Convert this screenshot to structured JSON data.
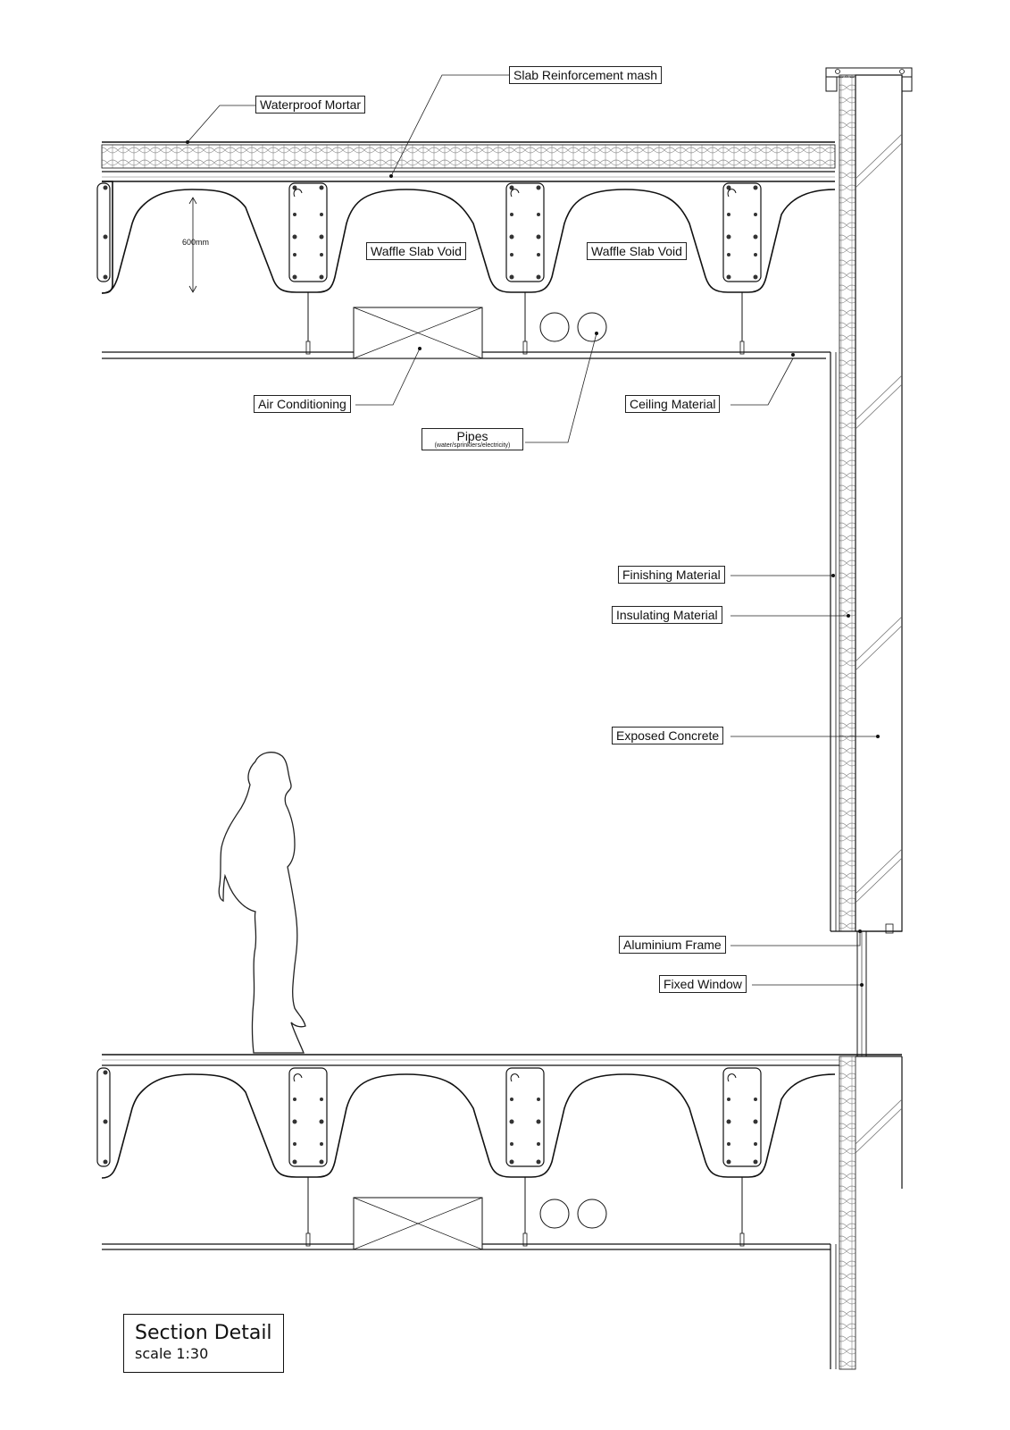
{
  "labels": {
    "waterproof_mortar": "Waterproof Mortar",
    "slab_reinforcement": "Slab Reinforcement mash",
    "waffle_void_1": "Waffle Slab Void",
    "waffle_void_2": "Waffle Slab Void",
    "air_conditioning": "Air Conditioning",
    "ceiling_material": "Ceiling Material",
    "pipes": "Pipes",
    "pipes_sub": "(water/sprinklers/electricity)",
    "finishing_material": "Finishing Material",
    "insulating_material": "Insulating Material",
    "exposed_concrete": "Exposed Concrete",
    "aluminium_frame": "Aluminium Frame",
    "fixed_window": "Fixed Window"
  },
  "dimension": "600mm",
  "title_block": {
    "title": "Section Detail",
    "scale": "scale 1:30"
  }
}
